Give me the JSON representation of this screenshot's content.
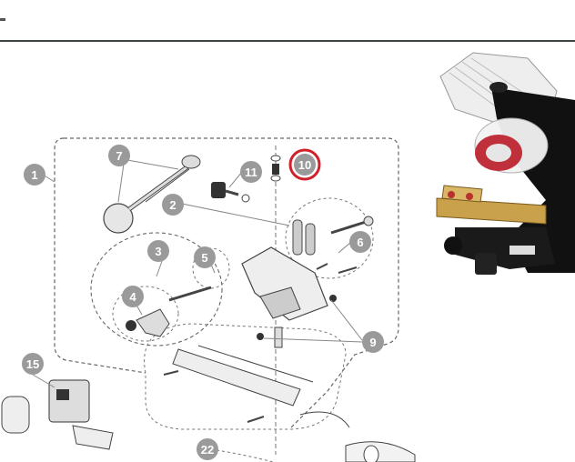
{
  "colors": {
    "callout_fill": "#9a9a9a",
    "highlight_ring": "#d0202a",
    "line": "#555555",
    "rule": "#3e4545"
  },
  "callouts": {
    "c1": "1",
    "c2": "2",
    "c3": "3",
    "c4": "4",
    "c5": "5",
    "c6": "6",
    "c7": "7",
    "c9": "9",
    "c10": "10",
    "c11": "11",
    "c15": "15",
    "c22": "22"
  },
  "highlighted_callout": "10",
  "product_photo_icon": "chain-saw-sharpener-photo"
}
